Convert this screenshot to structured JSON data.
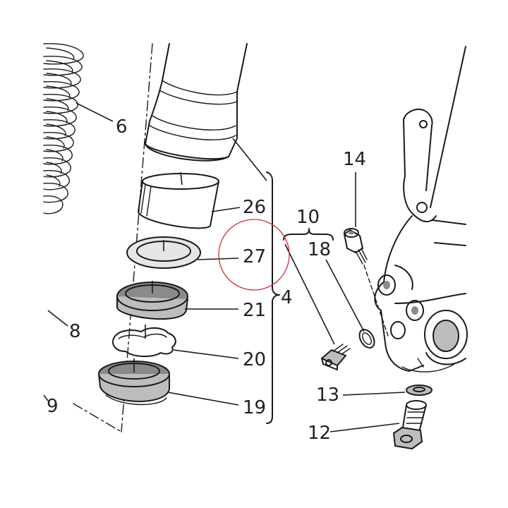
{
  "diagram": {
    "callouts": {
      "c6": "6",
      "c8": "8",
      "c9": "9",
      "c26": "26",
      "c27": "27",
      "c21": "21",
      "c20": "20",
      "c19": "19",
      "c4": "4",
      "c10": "10",
      "c18": "18",
      "c14": "14",
      "c13": "13",
      "c12": "12"
    },
    "highlight_color": "#c8323c",
    "ink_color": "#1a1a1a"
  }
}
